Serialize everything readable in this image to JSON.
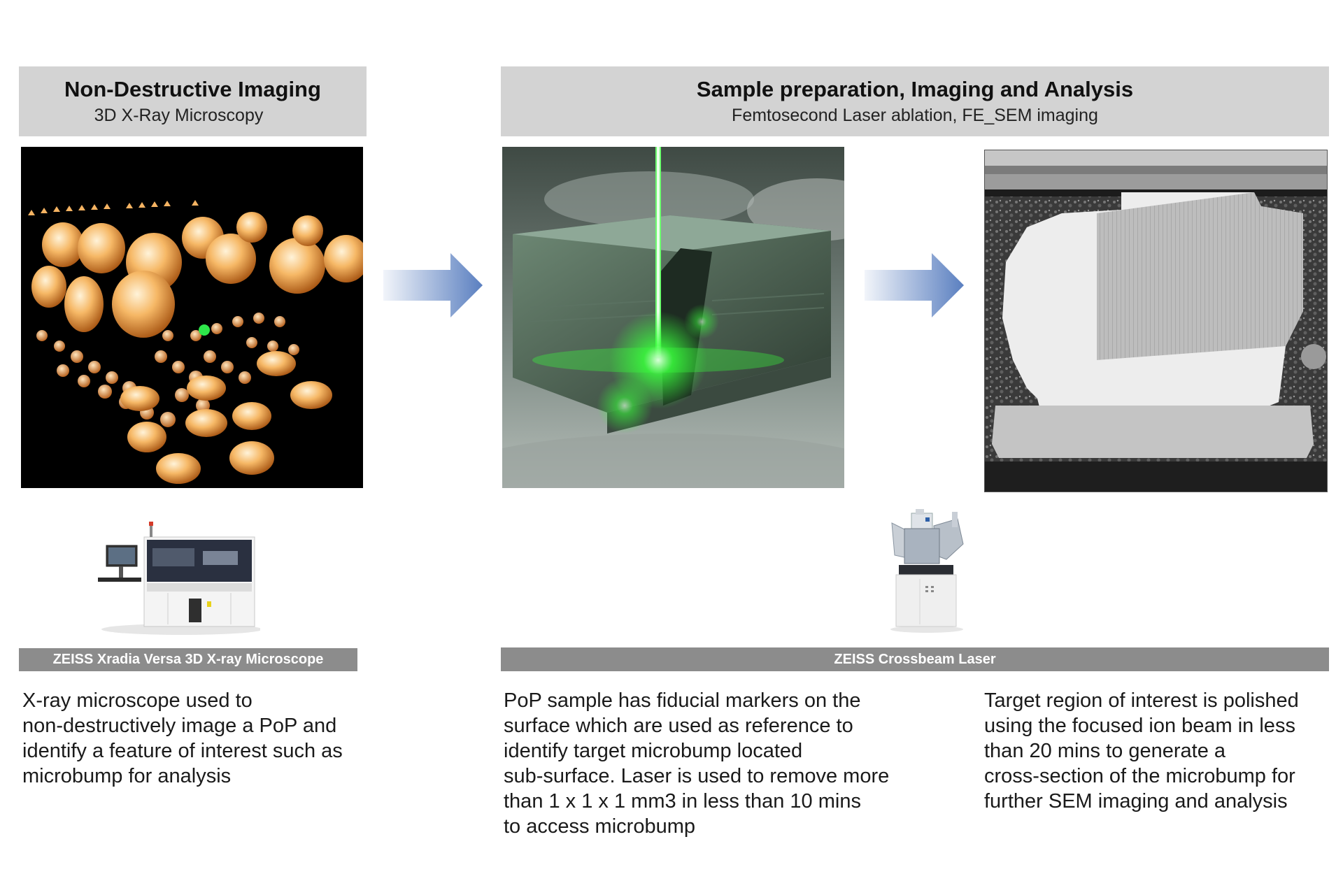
{
  "left_section": {
    "title": "Non-Destructive Imaging",
    "subtitle": "3D X-Ray Microscopy",
    "instrument_label": "ZEISS Xradia Versa 3D X-ray Microscope",
    "caption": "X-ray microscope used to\nnon-destructively image a PoP and\nidentify a feature of interest such as\nmicrobump for analysis"
  },
  "right_section": {
    "title": "Sample preparation, Imaging and Analysis",
    "subtitle": "Femtosecond Laser ablation, FE_SEM imaging",
    "instrument_label": "ZEISS Crossbeam Laser",
    "caption_laser": "PoP sample has fiducial markers on the\nsurface which are used as reference to\nidentify target microbump located\nsub-surface. Laser is used to remove more\nthan 1 x 1 x 1 mm3 in less than 10 mins\nto access microbump",
    "caption_polish": "Target region of interest is polished\nusing the focused ion beam in less\nthan 20 mins to generate a\ncross-section of the microbump for\nfurther SEM imaging and analysis"
  },
  "colors": {
    "header_bg": "#d3d3d3",
    "instrument_bar_bg": "#8c8c8c",
    "arrow_start": "#f2f5fa",
    "arrow_end": "#5a7fc0",
    "laser_green": "#39ff3c",
    "bump_orange": "#f2a24a"
  },
  "icons": {
    "flow_arrow_1": "right-arrow-icon",
    "flow_arrow_2": "right-arrow-icon"
  }
}
